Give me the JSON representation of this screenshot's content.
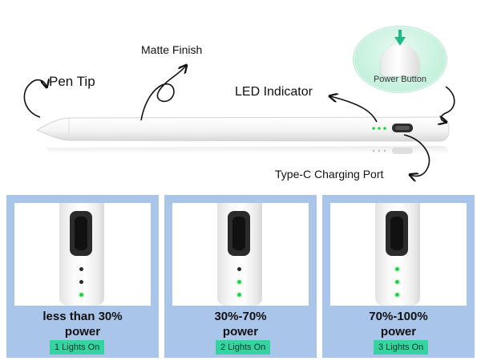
{
  "labels": {
    "pen_tip": "Pen Tip",
    "matte_finish": "Matte Finish",
    "led_indicator": "LED Indicator",
    "type_c_port": "Type-C Charging Port",
    "power_button": "Power Button"
  },
  "colors": {
    "panel_background": "#a9c5ea",
    "badge_background": "#36d3a0",
    "led_on": "#27d04a",
    "led_off": "#2c2c2c",
    "power_button_glow": "#c9f2df"
  },
  "panels": [
    {
      "line1": "less than 30%",
      "line2": "power",
      "badge": "1 Lights On",
      "lights_on": 1
    },
    {
      "line1": "30%-70%",
      "line2": "power",
      "badge": "2 Lights On",
      "lights_on": 2
    },
    {
      "line1": "70%-100%",
      "line2": "power",
      "badge": "3 Lights On",
      "lights_on": 3
    }
  ]
}
